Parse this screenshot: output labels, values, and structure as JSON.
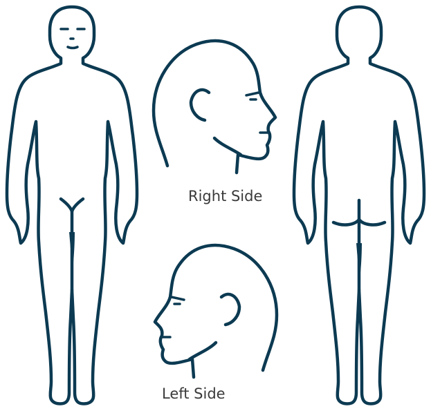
{
  "colors": {
    "outline": "#0c3a52",
    "label_text": "#3a3a3a",
    "background": "#ffffff"
  },
  "figures": [
    {
      "name": "front-body",
      "view": "front"
    },
    {
      "name": "right-side-head",
      "view": "right profile"
    },
    {
      "name": "left-side-head",
      "view": "left profile"
    },
    {
      "name": "back-body",
      "view": "back"
    }
  ],
  "labels": {
    "right_side": "Right Side",
    "left_side": "Left Side"
  }
}
